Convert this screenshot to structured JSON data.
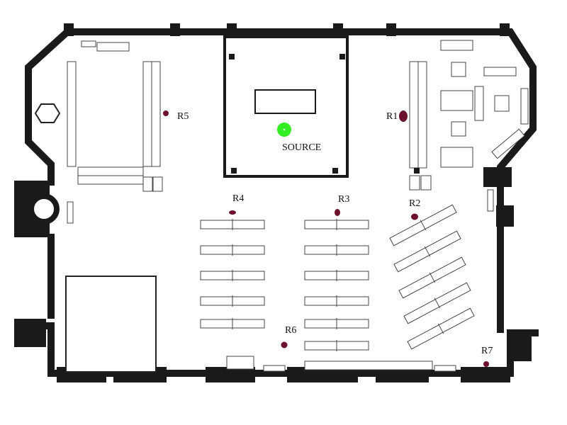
{
  "source": {
    "label": "SOURCE",
    "color": "#33ee22"
  },
  "receivers": [
    {
      "label": "R1"
    },
    {
      "label": "R2"
    },
    {
      "label": "R3"
    },
    {
      "label": "R4"
    },
    {
      "label": "R5"
    },
    {
      "label": "R6"
    },
    {
      "label": "R7"
    }
  ],
  "colors": {
    "receiver": "#6b0f2a",
    "walls": "#1a1a1a"
  }
}
